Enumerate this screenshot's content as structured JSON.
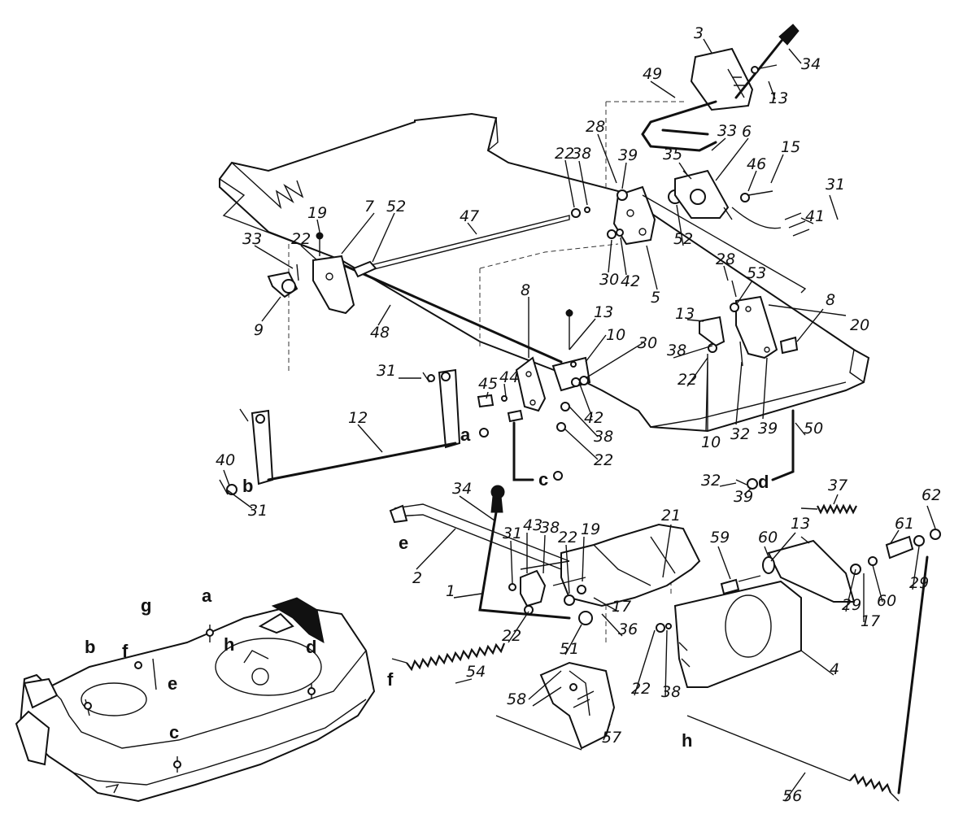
{
  "callouts": [
    {
      "id": "c-3",
      "text": "3"
    },
    {
      "id": "c-34a",
      "text": "34"
    },
    {
      "id": "c-13a",
      "text": "13"
    },
    {
      "id": "c-49",
      "text": "49"
    },
    {
      "id": "c-28a",
      "text": "28"
    },
    {
      "id": "c-33a",
      "text": "33"
    },
    {
      "id": "c-6",
      "text": "6"
    },
    {
      "id": "c-35",
      "text": "35"
    },
    {
      "id": "c-46",
      "text": "46"
    },
    {
      "id": "c-15",
      "text": "15"
    },
    {
      "id": "c-31a",
      "text": "31"
    },
    {
      "id": "c-41",
      "text": "41"
    },
    {
      "id": "c-22a",
      "text": "22"
    },
    {
      "id": "c-38a",
      "text": "38"
    },
    {
      "id": "c-39a",
      "text": "39"
    },
    {
      "id": "c-52a",
      "text": "52"
    },
    {
      "id": "c-30a",
      "text": "30"
    },
    {
      "id": "c-42a",
      "text": "42"
    },
    {
      "id": "c-5",
      "text": "5"
    },
    {
      "id": "c-47",
      "text": "47"
    },
    {
      "id": "c-7",
      "text": "7"
    },
    {
      "id": "c-52b",
      "text": "52"
    },
    {
      "id": "c-19a",
      "text": "19"
    },
    {
      "id": "c-33b",
      "text": "33"
    },
    {
      "id": "c-22b",
      "text": "22"
    },
    {
      "id": "c-9",
      "text": "9"
    },
    {
      "id": "c-48",
      "text": "48"
    },
    {
      "id": "c-28b",
      "text": "28"
    },
    {
      "id": "c-53",
      "text": "53"
    },
    {
      "id": "c-13b",
      "text": "13"
    },
    {
      "id": "c-8a",
      "text": "8"
    },
    {
      "id": "c-20",
      "text": "20"
    },
    {
      "id": "c-8b",
      "text": "8"
    },
    {
      "id": "c-13c",
      "text": "13"
    },
    {
      "id": "c-10a",
      "text": "10"
    },
    {
      "id": "c-30b",
      "text": "30"
    },
    {
      "id": "c-38b",
      "text": "38"
    },
    {
      "id": "c-22c",
      "text": "22"
    },
    {
      "id": "c-10b",
      "text": "10"
    },
    {
      "id": "c-32a",
      "text": "32"
    },
    {
      "id": "c-39b",
      "text": "39"
    },
    {
      "id": "c-31b",
      "text": "31"
    },
    {
      "id": "c-45",
      "text": "45"
    },
    {
      "id": "c-44",
      "text": "44"
    },
    {
      "id": "c-42b",
      "text": "42"
    },
    {
      "id": "c-38c",
      "text": "38"
    },
    {
      "id": "c-22d",
      "text": "22"
    },
    {
      "id": "c-12",
      "text": "12"
    },
    {
      "id": "c-40",
      "text": "40"
    },
    {
      "id": "c-31c",
      "text": "31"
    },
    {
      "id": "c-50",
      "text": "50"
    },
    {
      "id": "c-32b",
      "text": "32"
    },
    {
      "id": "c-39c",
      "text": "39"
    },
    {
      "id": "c-37",
      "text": "37"
    },
    {
      "id": "c-62",
      "text": "62"
    },
    {
      "id": "c-34b",
      "text": "34"
    },
    {
      "id": "c-31d",
      "text": "31"
    },
    {
      "id": "c-43",
      "text": "43"
    },
    {
      "id": "c-38d",
      "text": "38"
    },
    {
      "id": "c-22e",
      "text": "22"
    },
    {
      "id": "c-19b",
      "text": "19"
    },
    {
      "id": "c-21",
      "text": "21"
    },
    {
      "id": "c-13d",
      "text": "13"
    },
    {
      "id": "c-61",
      "text": "61"
    },
    {
      "id": "c-2",
      "text": "2"
    },
    {
      "id": "c-59",
      "text": "59"
    },
    {
      "id": "c-60a",
      "text": "60"
    },
    {
      "id": "c-1",
      "text": "1"
    },
    {
      "id": "c-17a",
      "text": "17"
    },
    {
      "id": "c-29a",
      "text": "29"
    },
    {
      "id": "c-60b",
      "text": "60"
    },
    {
      "id": "c-17b",
      "text": "17"
    },
    {
      "id": "c-29b",
      "text": "29"
    },
    {
      "id": "c-22f",
      "text": "22"
    },
    {
      "id": "c-36",
      "text": "36"
    },
    {
      "id": "c-51",
      "text": "51"
    },
    {
      "id": "c-54",
      "text": "54"
    },
    {
      "id": "c-22g",
      "text": "22"
    },
    {
      "id": "c-38e",
      "text": "38"
    },
    {
      "id": "c-4",
      "text": "4"
    },
    {
      "id": "c-58",
      "text": "58"
    },
    {
      "id": "c-57",
      "text": "57"
    },
    {
      "id": "c-56",
      "text": "56"
    }
  ],
  "letters": [
    {
      "id": "l-a1",
      "text": "a"
    },
    {
      "id": "l-b1",
      "text": "b"
    },
    {
      "id": "l-c1",
      "text": "c"
    },
    {
      "id": "l-d1",
      "text": "d"
    },
    {
      "id": "l-e1",
      "text": "e"
    },
    {
      "id": "l-f1",
      "text": "f"
    },
    {
      "id": "l-a2",
      "text": "a"
    },
    {
      "id": "l-g",
      "text": "g"
    },
    {
      "id": "l-b2",
      "text": "b"
    },
    {
      "id": "l-f2",
      "text": "f"
    },
    {
      "id": "l-h1",
      "text": "h"
    },
    {
      "id": "l-d2",
      "text": "d"
    },
    {
      "id": "l-e2",
      "text": "e"
    },
    {
      "id": "l-c2",
      "text": "c"
    },
    {
      "id": "l-h2",
      "text": "h"
    }
  ]
}
